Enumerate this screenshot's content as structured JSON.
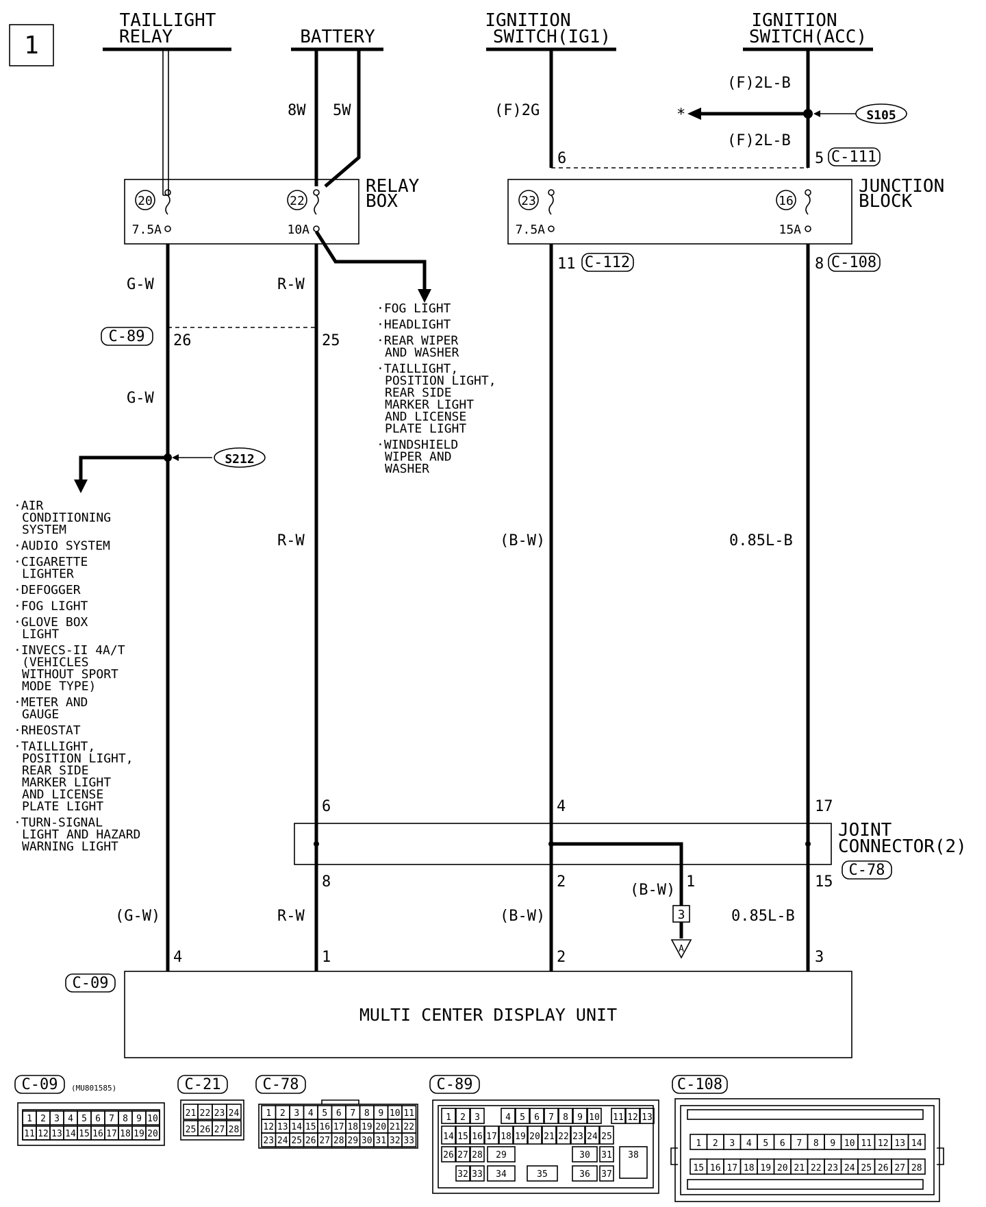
{
  "page_number": "1",
  "sources": {
    "taillight_relay": [
      "TAILLIGHT",
      "RELAY"
    ],
    "battery": "BATTERY",
    "ignition_ig1": [
      "IGNITION",
      "SWITCH(IG1)"
    ],
    "ignition_acc": [
      "IGNITION",
      "SWITCH(ACC)"
    ]
  },
  "wires": {
    "battery_8w": "8W",
    "battery_5w": "5W",
    "ig1_feed": "(F)2G",
    "acc_feed_top": "(F)2L-B",
    "acc_feed_bottom": "(F)2L-B",
    "gw_1": "G-W",
    "gw_2": "G-W",
    "gw_3": "(G-W)",
    "rw_1": "R-W",
    "rw_2": "R-W",
    "rw_3": "R-W",
    "bw_1": "(B-W)",
    "bw_2": "(B-W)",
    "bw_3": "(B-W)",
    "lb_1": "0.85L-B",
    "lb_2": "0.85L-B"
  },
  "splices": {
    "s105": "S105",
    "s212": "S212",
    "asterisk": "*"
  },
  "relay_box": {
    "title": [
      "RELAY",
      "BOX"
    ],
    "fuse_20": "20",
    "fuse_20_rating": "7.5A",
    "fuse_22": "22",
    "fuse_22_rating": "10A"
  },
  "junction_block": {
    "title": [
      "JUNCTION",
      "BLOCK"
    ],
    "fuse_23": "23",
    "fuse_23_rating": "7.5A",
    "fuse_16": "16",
    "fuse_16_rating": "15A"
  },
  "joint_connector": {
    "title": [
      "JOINT",
      "CONNECTOR(2)"
    ],
    "connector": "C-78"
  },
  "connector_refs": {
    "c111": "C-111",
    "c112": "C-112",
    "c108": "C-108",
    "c89": "C-89",
    "c09": "C-09"
  },
  "pins": {
    "jb_ig1_in": "6",
    "jb_acc_in": "5",
    "jb_ig1_out": "11",
    "jb_acc_out": "8",
    "c89_gw": "26",
    "c89_rw": "25",
    "jc_rw_in": "6",
    "jc_bw_in": "4",
    "jc_lb_in": "17",
    "jc_rw_out": "8",
    "jc_bw_out": "2",
    "jc_tap_out": "1",
    "jc_lb_out": "15",
    "unit_gw": "4",
    "unit_rw": "1",
    "unit_bw": "2",
    "unit_lb": "3"
  },
  "off_page": {
    "box_number": "3",
    "letter": "A"
  },
  "unit_label": "MULTI CENTER DISPLAY UNIT",
  "relay_consumers": [
    [
      "·FOG LIGHT"
    ],
    [
      "·HEADLIGHT"
    ],
    [
      "·REAR WIPER",
      "AND WASHER"
    ],
    [
      "·TAILLIGHT,",
      "POSITION LIGHT,",
      "REAR SIDE",
      "MARKER LIGHT",
      "AND LICENSE",
      "PLATE LIGHT"
    ],
    [
      "·WINDSHIELD",
      "WIPER AND",
      "WASHER"
    ]
  ],
  "taillight_consumers": [
    [
      "·AIR",
      "CONDITIONING",
      "SYSTEM"
    ],
    [
      "·AUDIO SYSTEM"
    ],
    [
      "·CIGARETTE",
      "LIGHTER"
    ],
    [
      "·DEFOGGER"
    ],
    [
      "·FOG LIGHT"
    ],
    [
      "·GLOVE BOX",
      "LIGHT"
    ],
    [
      "·INVECS-II 4A/T",
      " (VEHICLES",
      "  WITHOUT SPORT",
      "  MODE TYPE)"
    ],
    [
      "·METER AND",
      "GAUGE"
    ],
    [
      "·RHEOSTAT"
    ],
    [
      "·TAILLIGHT,",
      "POSITION LIGHT,",
      "REAR SIDE",
      "MARKER LIGHT",
      "AND LICENSE",
      "PLATE LIGHT"
    ],
    [
      "·TURN-SIGNAL",
      "LIGHT AND HAZARD",
      "WARNING LIGHT"
    ]
  ],
  "connector_faces": {
    "c09": {
      "label": "C-09",
      "part_number": "(MU801585)",
      "row1": [
        "1",
        "2",
        "3",
        "4",
        "5",
        "6",
        "7",
        "8",
        "9",
        "10"
      ],
      "row2": [
        "11",
        "12",
        "13",
        "14",
        "15",
        "16",
        "17",
        "18",
        "19",
        "20"
      ]
    },
    "c21": {
      "label": "C-21",
      "row1": [
        "21",
        "22",
        "23",
        "24"
      ],
      "row2": [
        "25",
        "26",
        "27",
        "28"
      ]
    },
    "c78": {
      "label": "C-78",
      "row1": [
        "1",
        "2",
        "3",
        "4",
        "5",
        "6",
        "7",
        "8",
        "9",
        "10",
        "11"
      ],
      "row2": [
        "12",
        "13",
        "14",
        "15",
        "16",
        "17",
        "18",
        "19",
        "20",
        "21",
        "22"
      ],
      "row3": [
        "23",
        "24",
        "25",
        "26",
        "27",
        "28",
        "29",
        "30",
        "31",
        "32",
        "33"
      ]
    },
    "c89": {
      "label": "C-89",
      "row1": [
        "1",
        "2",
        "3",
        "4",
        "5",
        "6",
        "7",
        "8",
        "9",
        "10",
        "11",
        "12",
        "13"
      ],
      "row2": [
        "14",
        "15",
        "16",
        "17",
        "18",
        "19",
        "20",
        "21",
        "22",
        "23",
        "24",
        "25"
      ],
      "row3": [
        "26",
        "27",
        "28",
        "29",
        "30",
        "31",
        "38"
      ],
      "row4": [
        "32",
        "33",
        "34",
        "35",
        "36",
        "37"
      ]
    },
    "c108": {
      "label": "C-108",
      "row1": [
        "1",
        "2",
        "3",
        "4",
        "5",
        "6",
        "7",
        "8",
        "9",
        "10",
        "11",
        "12",
        "13",
        "14"
      ],
      "row2": [
        "15",
        "16",
        "17",
        "18",
        "19",
        "20",
        "21",
        "22",
        "23",
        "24",
        "25",
        "26",
        "27",
        "28"
      ]
    }
  }
}
